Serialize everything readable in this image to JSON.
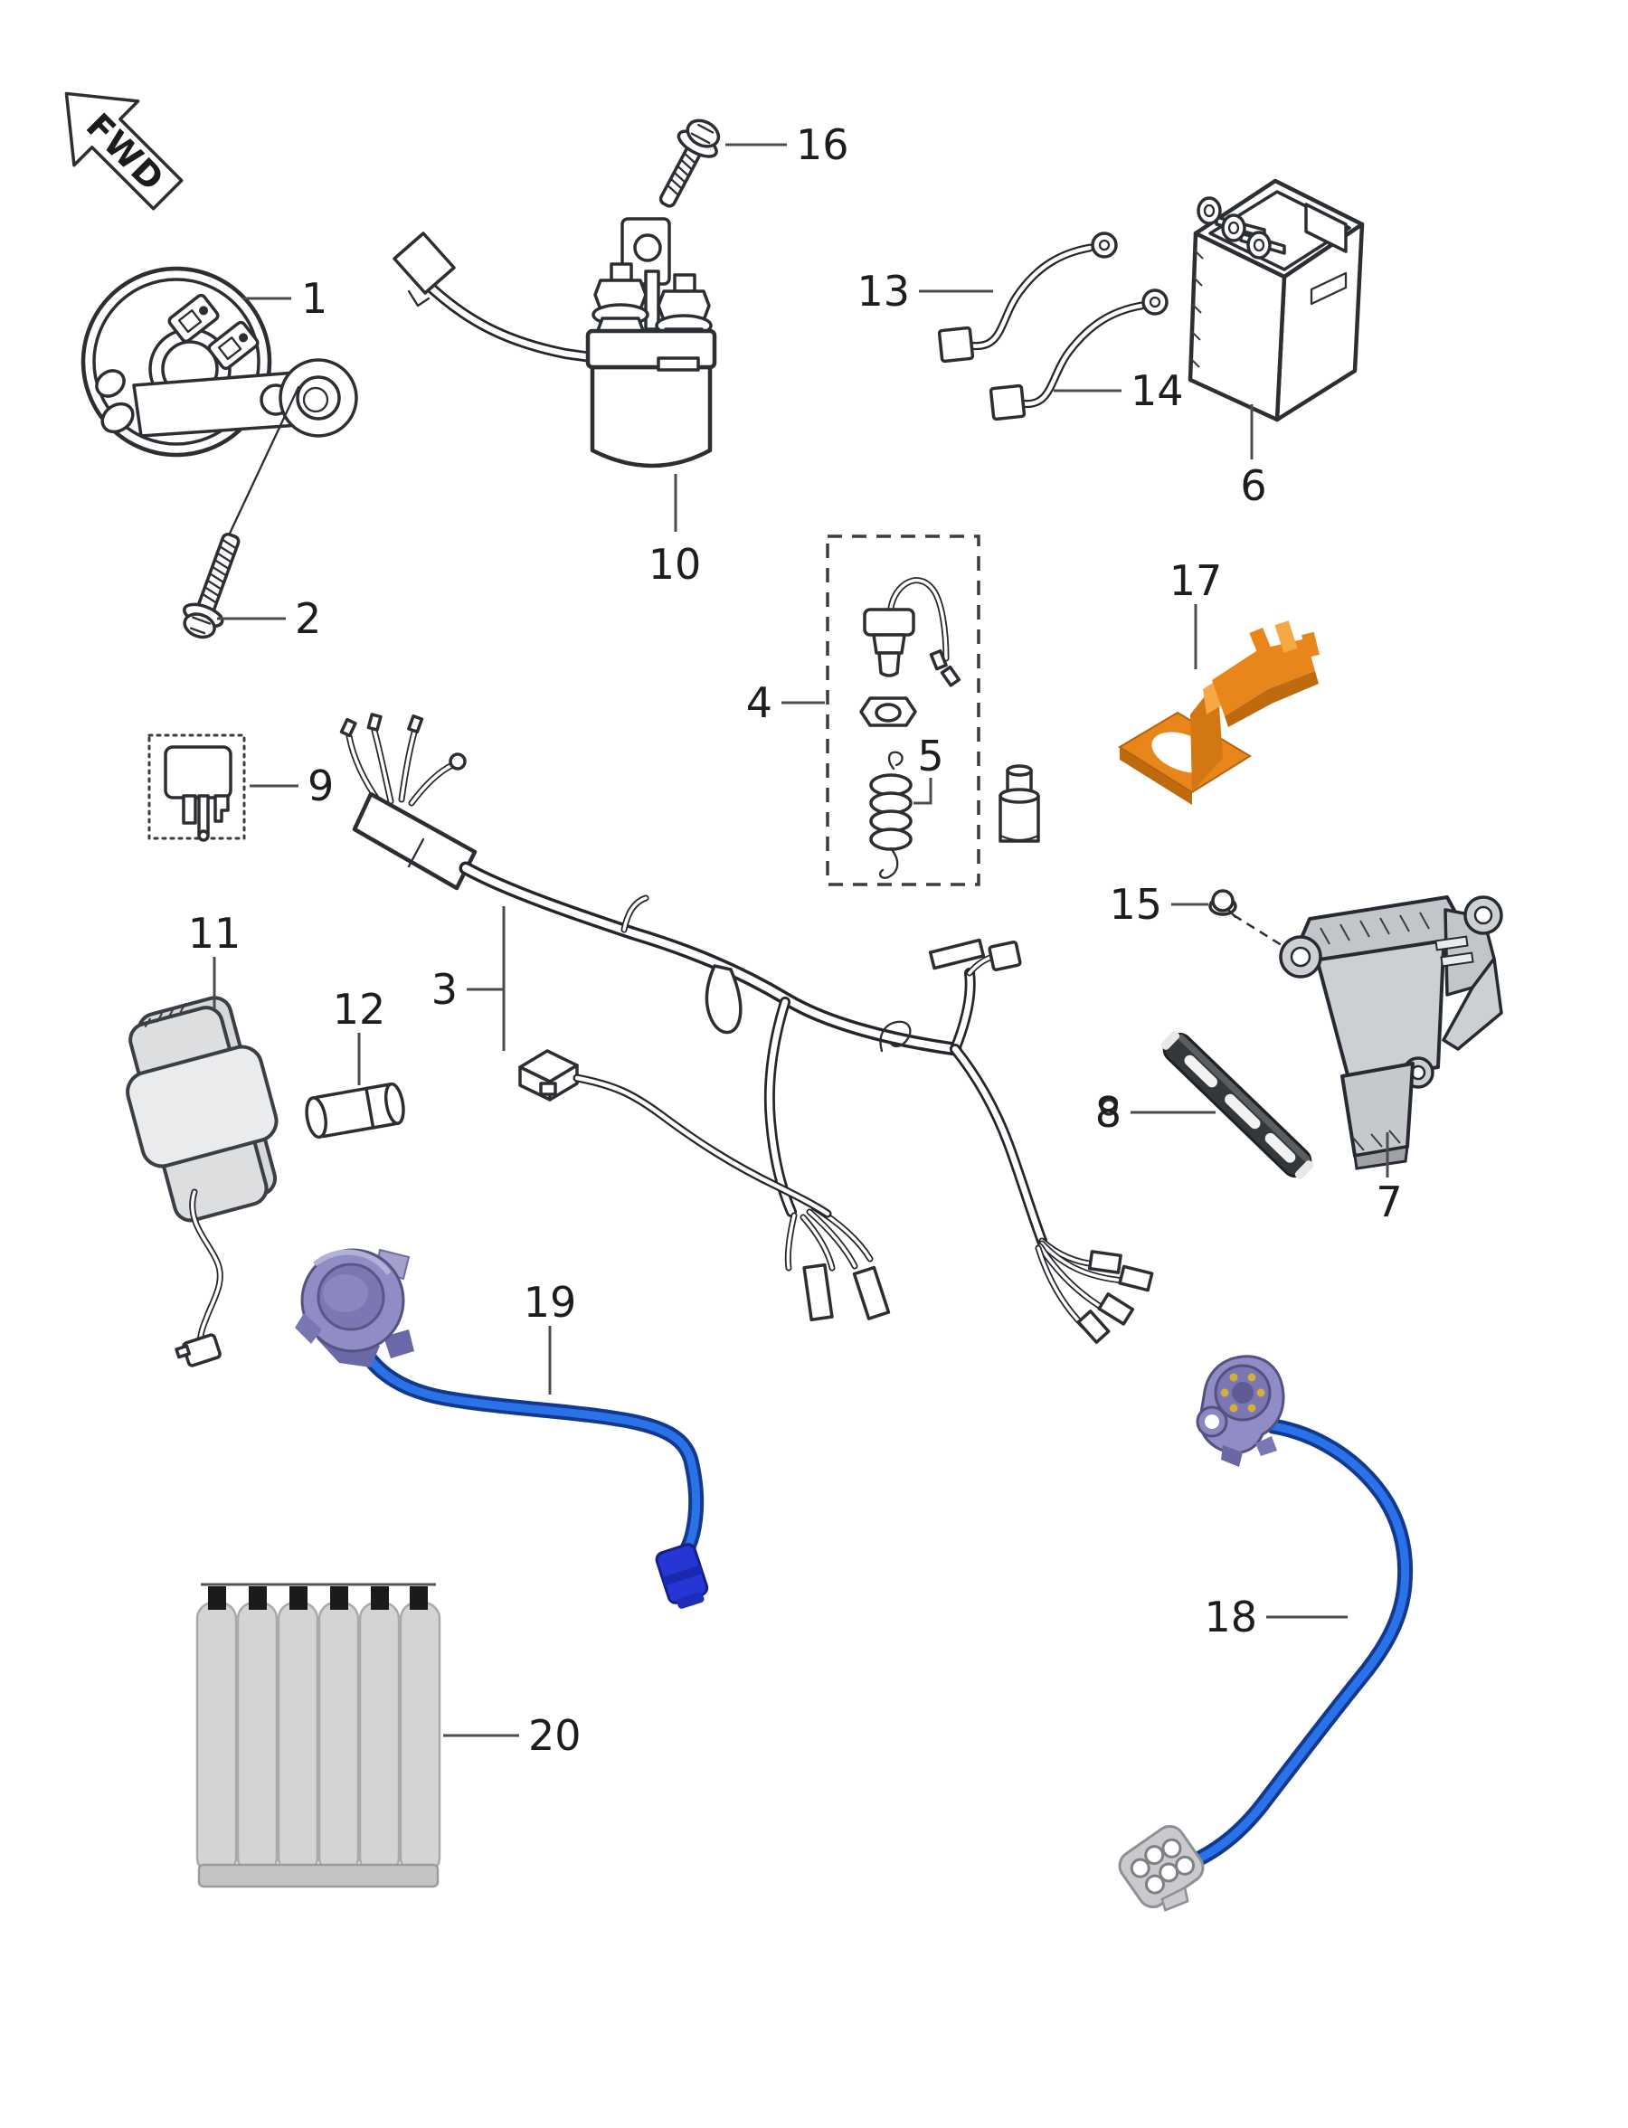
{
  "fwd": {
    "label": "FWD"
  },
  "callouts": [
    {
      "n": "1"
    },
    {
      "n": "2"
    },
    {
      "n": "3"
    },
    {
      "n": "4"
    },
    {
      "n": "5"
    },
    {
      "n": "6"
    },
    {
      "n": "7"
    },
    {
      "n": "8"
    },
    {
      "n": "9"
    },
    {
      "n": "10"
    },
    {
      "n": "11"
    },
    {
      "n": "12"
    },
    {
      "n": "13"
    },
    {
      "n": "14"
    },
    {
      "n": "15"
    },
    {
      "n": "16"
    },
    {
      "n": "17"
    },
    {
      "n": "18"
    },
    {
      "n": "19"
    },
    {
      "n": "20"
    }
  ],
  "colors": {
    "line": "#2b2e33",
    "label": "#1d1d1d",
    "bracket_orange": "#e8861c",
    "bracket_orange_dark": "#c06a10",
    "bracket_orange_light": "#f5a843",
    "cable_blue": "#2a72e8",
    "cable_blue_dark": "#12398f",
    "connector_blue": "#2636d4",
    "sensor_purple": "#8f8cc6",
    "sensor_purple_dark": "#7b77b2",
    "part_grey": "#cdd0d3",
    "cell_grey": "#d3d5d2",
    "strap_black": "#34373c",
    "pin_gold": "#d4af37"
  }
}
